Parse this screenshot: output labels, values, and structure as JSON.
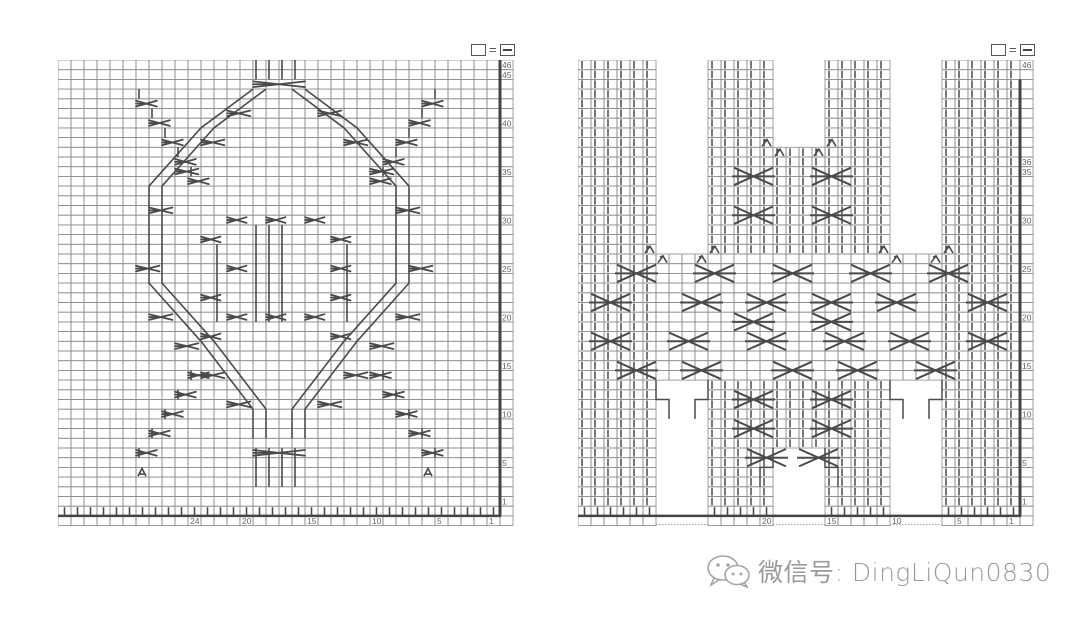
{
  "legend": {
    "left": {
      "symbol_empty": "blank-cell",
      "equals": "=",
      "symbol_result": "purl-dash-cell"
    },
    "right": {
      "symbol_empty": "blank-cell",
      "equals": "=",
      "symbol_result": "purl-dash-cell"
    }
  },
  "charts": [
    {
      "id": "left",
      "cols": 34,
      "rows": 46,
      "row_labels": [
        "46",
        "45",
        "40",
        "35",
        "30",
        "25",
        "20",
        "15",
        "10",
        "5",
        "1"
      ],
      "row_label_rows": [
        46,
        45,
        40,
        35,
        30,
        25,
        20,
        15,
        10,
        5,
        1
      ],
      "col_labels": [
        "24",
        "20",
        "15",
        "10",
        "5",
        "1"
      ],
      "col_label_cols": [
        24,
        20,
        15,
        10,
        5,
        1
      ],
      "pattern": "diamond-lattice-cables"
    },
    {
      "id": "right",
      "cols": 34,
      "rows": 46,
      "row_labels": [
        "46",
        "36",
        "35",
        "30",
        "25",
        "20",
        "15",
        "10",
        "5",
        "1"
      ],
      "row_label_rows": [
        46,
        36,
        35,
        30,
        25,
        20,
        15,
        10,
        5,
        1
      ],
      "col_labels": [
        "20",
        "15",
        "10",
        "5",
        "1"
      ],
      "col_label_cols": [
        20,
        15,
        10,
        5,
        1
      ],
      "pattern": "rib-columns-with-cable-crossings"
    }
  ],
  "watermark": {
    "icon": "wechat-icon",
    "text": "微信号: DingLiQun0830"
  },
  "colors": {
    "grid": "#8a8a8a",
    "ink": "#4a4a4a",
    "thick": "#444444",
    "label": "#666666"
  }
}
